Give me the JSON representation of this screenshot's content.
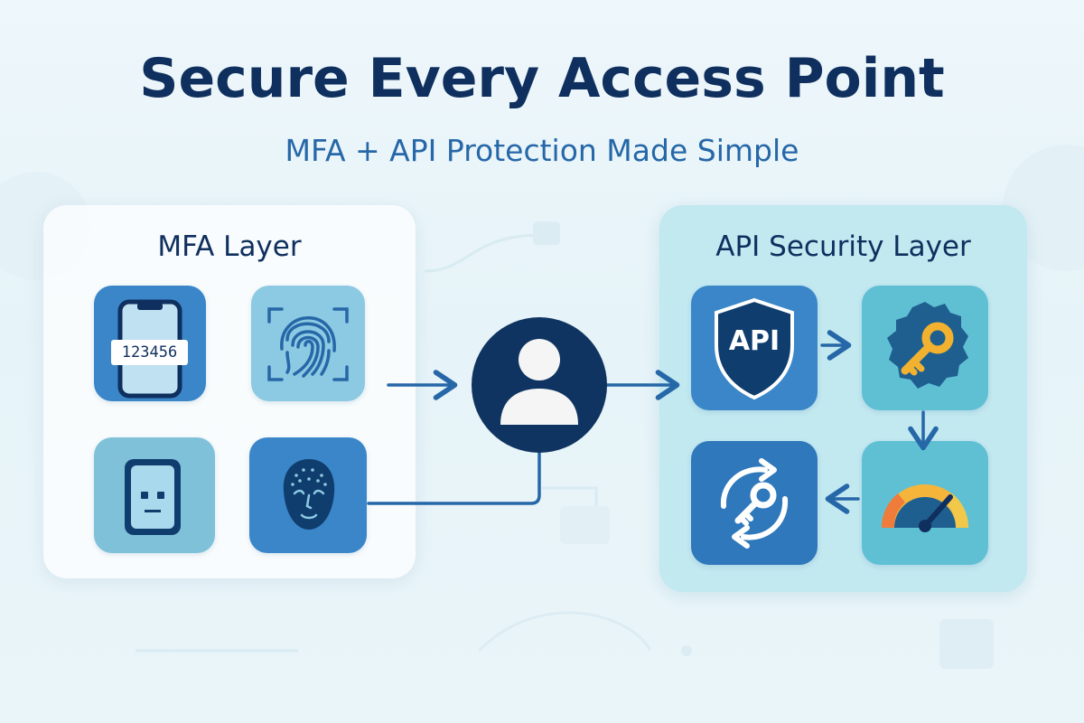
{
  "header": {
    "title": "Secure Every Access Point",
    "subtitle": "MFA + API Protection Made Simple"
  },
  "mfa_panel": {
    "title": "MFA Layer",
    "tiles": [
      {
        "id": "otp",
        "icon": "smartphone-otp-icon",
        "code": "123456"
      },
      {
        "id": "fingerprint",
        "icon": "fingerprint-icon"
      },
      {
        "id": "device",
        "icon": "device-face-icon"
      },
      {
        "id": "face",
        "icon": "face-recognition-icon"
      }
    ]
  },
  "user": {
    "icon": "user-avatar-icon"
  },
  "api_panel": {
    "title": "API Security Layer",
    "tiles": [
      {
        "id": "api-shield",
        "icon": "api-shield-icon",
        "label": "API"
      },
      {
        "id": "key",
        "icon": "key-icon"
      },
      {
        "id": "key-rotation",
        "icon": "key-rotation-icon"
      },
      {
        "id": "rate-limit",
        "icon": "speedometer-icon"
      }
    ]
  },
  "colors": {
    "navy": "#0f2f5e",
    "accent_blue": "#2667a8",
    "tile_blue": "#3a86c8",
    "tile_light": "#8cc9e2",
    "tile_teal": "#5fc0d4",
    "gold": "#f2b230"
  }
}
